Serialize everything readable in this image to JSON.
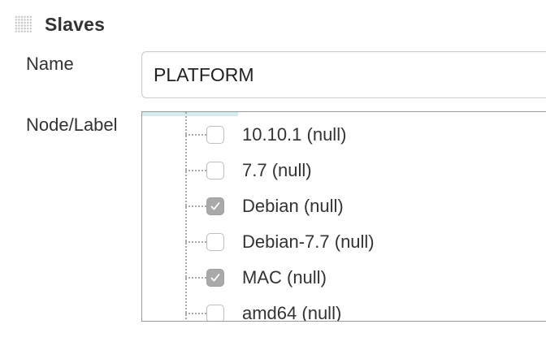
{
  "section": {
    "title": "Slaves"
  },
  "name_field": {
    "label": "Name",
    "value": "PLATFORM"
  },
  "node_field": {
    "label": "Node/Label",
    "items": [
      {
        "label": "10.10.1 (null)",
        "checked": false
      },
      {
        "label": "7.7 (null)",
        "checked": false
      },
      {
        "label": "Debian (null)",
        "checked": true
      },
      {
        "label": "Debian-7.7 (null)",
        "checked": false
      },
      {
        "label": "MAC (null)",
        "checked": true
      },
      {
        "label": "amd64 (null)",
        "checked": false
      }
    ]
  },
  "colors": {
    "checked_fill": "#a9a9a9",
    "tree_highlight": "#d6ecec"
  }
}
